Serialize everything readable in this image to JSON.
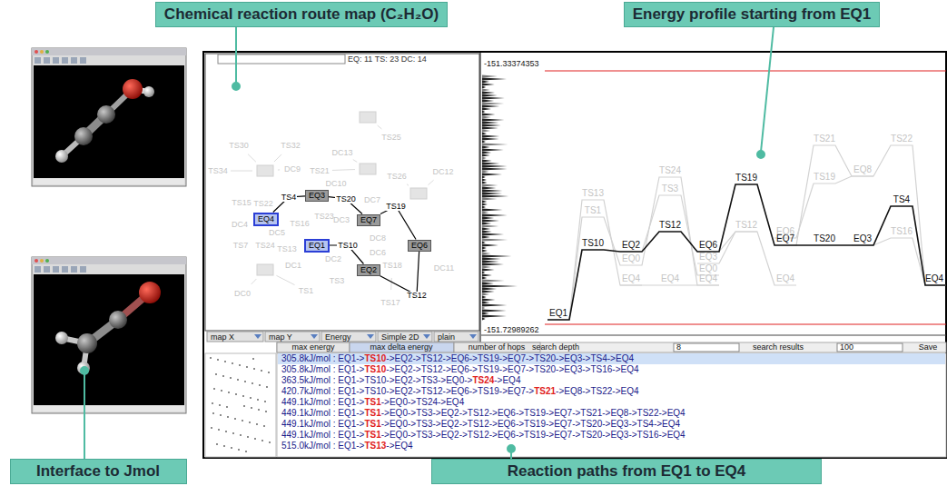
{
  "diagram": {
    "nodes": [
      {
        "text": [
          "Chemical reaction route map (C₂H₂O)"
        ]
      },
      {
        "text": [
          "Energy profile starting from EQ1"
        ]
      },
      {
        "text": [
          "Interface to Jmol"
        ]
      },
      {
        "text": [
          "Reaction paths from EQ1 to EQ4"
        ]
      },
      {
        "text": [
          "EQ4"
        ]
      },
      {
        "text": [
          "EQ3"
        ]
      },
      {
        "text": [
          "EQ7"
        ]
      },
      {
        "text": [
          "EQ1"
        ]
      },
      {
        "text": [
          "EQ2"
        ]
      },
      {
        "text": [
          "EQ6"
        ]
      }
    ],
    "edges": [
      {
        "from": 4,
        "to": 5,
        "arrow": "none",
        "label": "TS4"
      },
      {
        "from": 5,
        "to": 6,
        "arrow": "none",
        "label": "TS20"
      },
      {
        "from": 6,
        "to": 9,
        "arrow": "none",
        "label": "TS19"
      },
      {
        "from": 9,
        "to": 8,
        "arrow": "none",
        "label": "TS12"
      },
      {
        "from": 7,
        "to": 8,
        "arrow": "none",
        "label": "TS10"
      }
    ],
    "labels": [
      "EQ: 11 TS: 23 DC: 14",
      "TS30",
      "TS32",
      "TS34",
      "DC9",
      "TS21",
      "DC13",
      "TS25",
      "TS26",
      "DC12",
      "DC10",
      "DC7",
      "TS15",
      "TS22",
      "TS23",
      "DC4",
      "DC5",
      "TS16",
      "DC3",
      "TS7",
      "TS24",
      "TS13",
      "DC8",
      "DC6",
      "DC1",
      "DC2",
      "TS18",
      "DC11",
      "TS3",
      "TS17",
      "TS1",
      "DC0",
      "map X",
      "map Y",
      "Energy",
      "Simple 2D",
      "plain",
      "-151.33374353",
      "-151.72989262",
      "EQ1",
      "TS10",
      "EQ2",
      "TS12",
      "EQ6",
      "TS19",
      "EQ7",
      "TS20",
      "EQ3",
      "TS4",
      "EQ4",
      "TS13",
      "TS1",
      "EQ0",
      "EQ4",
      "TS24",
      "TS3",
      "EQ4",
      "EQ3",
      "EQ0",
      "EQ4",
      "TS12",
      "EQ6",
      "EQ4",
      "TS21",
      "TS19",
      "EQ8",
      "TS22",
      "TS16",
      "max energy",
      "max delta energy",
      "number of hops",
      "search depth",
      "8",
      "search results",
      "100",
      "Save",
      "305.8kJ/mol : EQ1->",
      "TS10",
      "->EQ2->TS12->EQ6->TS19->EQ7->TS20->EQ3->TS4->EQ4",
      "305.8kJ/mol : EQ1->",
      "TS10",
      "->EQ2->TS12->EQ6->TS19->EQ7->TS20->EQ3->TS16->EQ4",
      "363.5kJ/mol : EQ1->TS10->EQ2->TS3->EQ0->",
      "TS24",
      "->EQ4",
      "420.7kJ/mol : EQ1->TS10->EQ2->TS12->EQ6->TS19->EQ7->",
      "TS21",
      "->EQ8->TS22->EQ4",
      "449.1kJ/mol : EQ1->",
      "TS1",
      "->EQ0->TS24->EQ4",
      "449.1kJ/mol : EQ1->",
      "TS1",
      "->EQ0->TS3->EQ2->TS12->EQ6->TS19->EQ7->TS21->EQ8->TS22->EQ4",
      "449.1kJ/mol : EQ1->",
      "TS1",
      "->EQ0->TS3->EQ2->TS12->EQ6->TS19->EQ7->TS20->EQ3->TS4->EQ4",
      "449.1kJ/mol : EQ1->",
      "TS1",
      "->EQ0->TS3->EQ2->TS12->EQ6->TS19->EQ7->TS20->EQ3->TS16->EQ4",
      "515.0kJ/mol : EQ1->",
      "TS13",
      "->EQ4"
    ]
  }
}
